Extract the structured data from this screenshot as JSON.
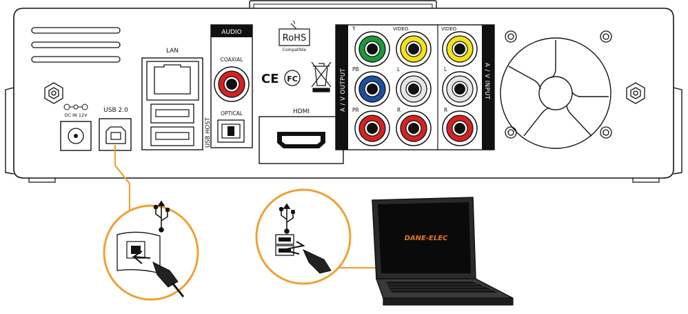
{
  "labels": {
    "lan": "LAN",
    "audio": "AUDIO",
    "coaxial": "COAXIAL",
    "optical": "OPTICAL",
    "usb_host": "USB HOST",
    "usb_20": "USB 2.0",
    "dc_in": "DC IN 12V",
    "hdmi": "HDMI",
    "rohs": "RoHS",
    "rohs_sub": "Compatible",
    "ce": "CE",
    "fc": "FC",
    "av_output": "A / V OUTPUT",
    "av_input": "A / V INPUT",
    "y": "Y",
    "pb": "PB",
    "pr": "PR",
    "video_out": "VIDEO",
    "l_out": "L",
    "r_out": "R",
    "video_in": "VIDEO",
    "l_in": "L",
    "r_in": "R",
    "brand": "DANE-ELEC"
  },
  "colors": {
    "outline": "#111111",
    "cable": "#f0a030",
    "callout_ring": "#f0a030",
    "jack_green": "#1a9a3a",
    "jack_yellow": "#f2e21a",
    "jack_blue": "#1c4fa0",
    "jack_white": "#e6e6e6",
    "jack_red": "#d42222",
    "brand_orange": "#e8781e"
  },
  "icons": [
    "usb-symbol-icon",
    "weee-bin-icon",
    "fan-icon",
    "dc-polarity-icon"
  ]
}
